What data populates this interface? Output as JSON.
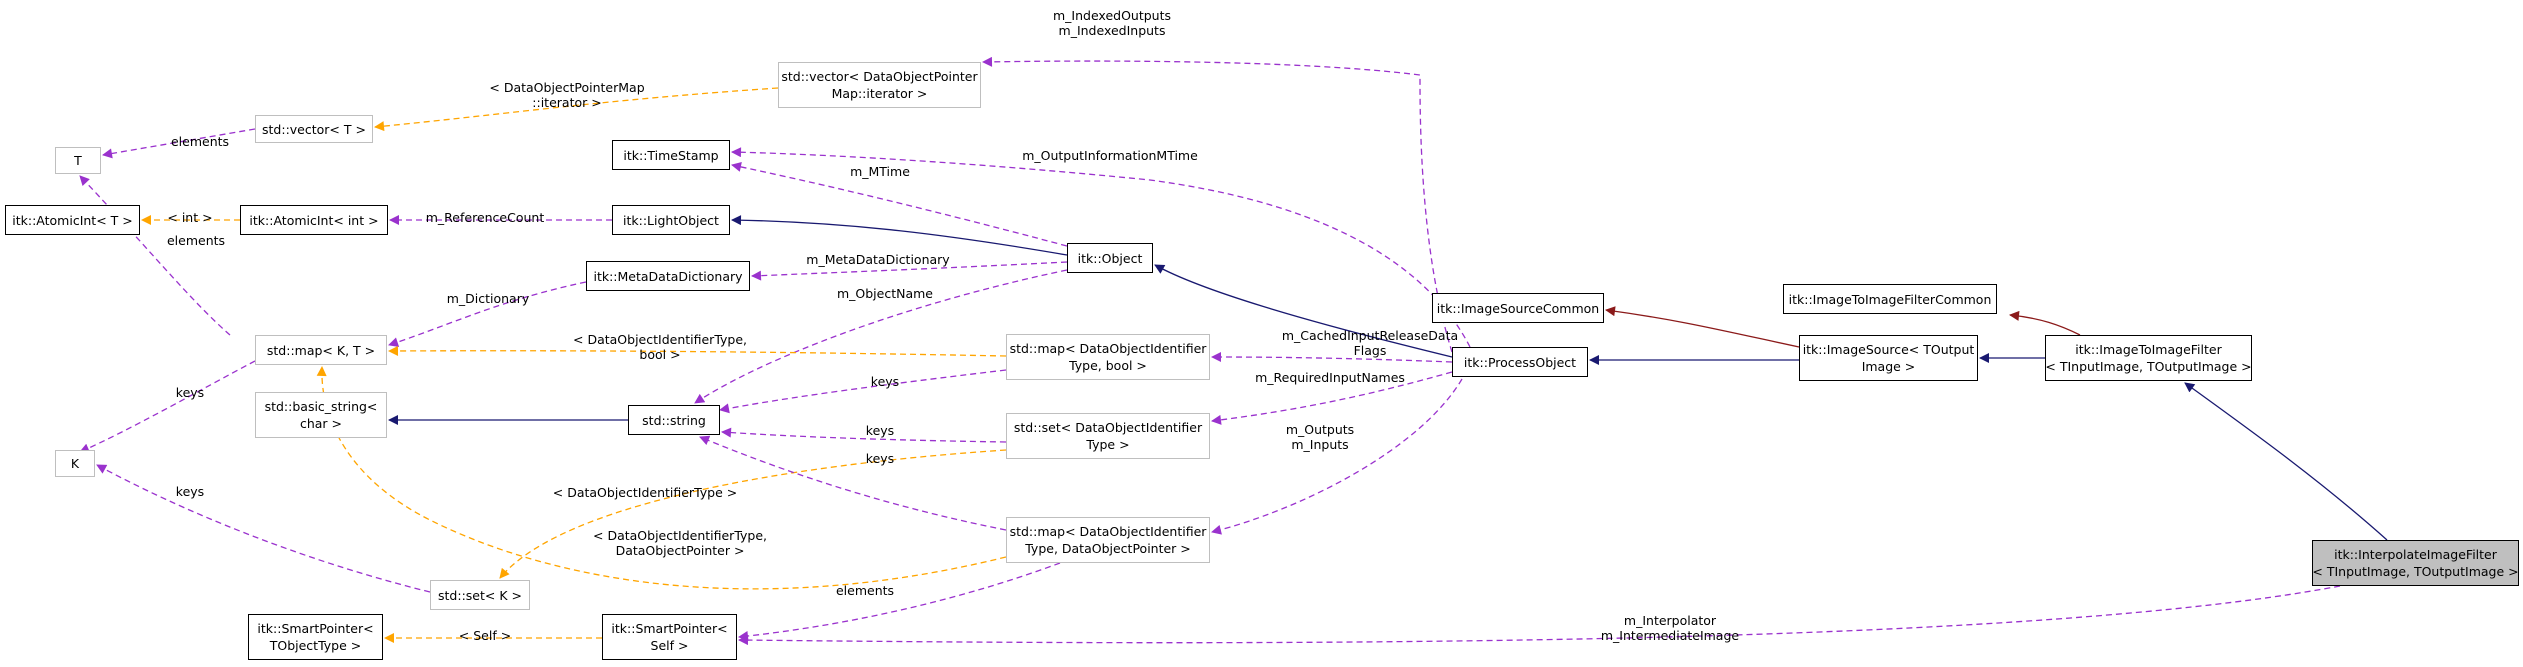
{
  "nodes": {
    "T": [
      "T"
    ],
    "K": [
      "K"
    ],
    "atomicT": [
      "itk::AtomicInt< T >"
    ],
    "vectorT": [
      "std::vector< T >"
    ],
    "atomicInt": [
      "itk::AtomicInt< int >"
    ],
    "mapKT": [
      "std::map< K, T >"
    ],
    "basicString": [
      "std::basic_string<",
      "char >"
    ],
    "setK": [
      "std::set< K >"
    ],
    "spTObj": [
      "itk::SmartPointer<",
      "TObjectType >"
    ],
    "vectorDOPM": [
      "std::vector< DataObjectPointer",
      "Map::iterator >"
    ],
    "timeStamp": [
      "itk::TimeStamp"
    ],
    "lightObject": [
      "itk::LightObject"
    ],
    "metaDict": [
      "itk::MetaDataDictionary"
    ],
    "string": [
      "std::string"
    ],
    "spSelf": [
      "itk::SmartPointer<",
      "Self >"
    ],
    "object": [
      "itk::Object"
    ],
    "mapDOIbool": [
      "std::map< DataObjectIdentifier",
      "Type, bool >"
    ],
    "setDOI": [
      "std::set< DataObjectIdentifier",
      "Type >"
    ],
    "mapDOIptr": [
      "std::map< DataObjectIdentifier",
      "Type, DataObjectPointer >"
    ],
    "isCommon": [
      "itk::ImageSourceCommon"
    ],
    "processObject": [
      "itk::ProcessObject"
    ],
    "imageSource": [
      "itk::ImageSource< TOutput",
      "Image >"
    ],
    "itifCommon": [
      "itk::ImageToImageFilterCommon"
    ],
    "itif": [
      "itk::ImageToImageFilter",
      "< TInputImage, TOutputImage >"
    ],
    "iif": [
      "itk::InterpolateImageFilter",
      "< TInputImage, TOutputImage >"
    ]
  },
  "edge_labels": {
    "vecT_T": [
      "elements"
    ],
    "vecDOPM_vecT": [
      "< DataObjectPointerMap",
      "::iterator >"
    ],
    "proc_vecDOPM": [
      "m_IndexedOutputs",
      "m_IndexedInputs"
    ],
    "obj_ts": [
      "m_MTime"
    ],
    "proc_ts": [
      "m_OutputInformationMTime"
    ],
    "ai_at": [
      "< int >"
    ],
    "lo_ai": [
      "m_ReferenceCount"
    ],
    "map_T": [
      "elements"
    ],
    "md_map": [
      "m_Dictionary"
    ],
    "obj_md": [
      "m_MetaDataDictionary"
    ],
    "obj_str": [
      "m_ObjectName"
    ],
    "mapBool_map": [
      "< DataObjectIdentifierType,",
      "bool >"
    ],
    "map_K": [
      "keys"
    ],
    "mapBool_str": [
      "keys"
    ],
    "proc_mapBool": [
      "m_CachedInputReleaseData",
      "Flags"
    ],
    "proc_setDOI": [
      "m_RequiredInputNames"
    ],
    "setDOI_str": [
      "keys"
    ],
    "setDOI_setK": [
      "< DataObjectIdentifierType >"
    ],
    "mapPtr_str": [
      "keys"
    ],
    "proc_mapPtr": [
      "m_Outputs",
      "m_Inputs"
    ],
    "setK_K": [
      "keys"
    ],
    "mapPtr_map": [
      "< DataObjectIdentifierType,",
      "DataObjectPointer >"
    ],
    "mapPtr_sp": [
      "elements"
    ],
    "sp_spT": [
      "< Self >"
    ],
    "iif_sp": [
      "m_Interpolator",
      "m_IntermediateImage"
    ]
  },
  "colors": {
    "inheritance": "#191970",
    "private_inheritance": "#8b1a1a",
    "usage": "#9a32cd",
    "template": "#ffa500",
    "highlight_fill": "#bfbfbf"
  }
}
